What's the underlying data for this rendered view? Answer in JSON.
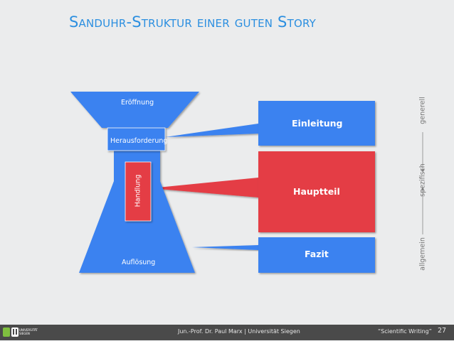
{
  "title": "Sanduhr-Struktur einer guten Story",
  "hourglass": {
    "opening_label": "Eröffnung",
    "challenge_label": "Herausforderung",
    "action_label": "Handlung",
    "resolution_label": "Auflösung"
  },
  "sections": [
    {
      "label": "Einleitung",
      "color": "#3b82f0"
    },
    {
      "label": "Hauptteil",
      "color": "#e43d45"
    },
    {
      "label": "Fazit",
      "color": "#3b82f0"
    }
  ],
  "scale": {
    "top_label": "generell",
    "middle_label": "spezifisch",
    "bottom_label": "allgemein"
  },
  "colors": {
    "blue": "#3b82f0",
    "red": "#e43d45",
    "title": "#2c8fe0",
    "background": "#ebeced"
  },
  "footer": {
    "logo_text": "UNIVERSITÄT\nSIEGEN",
    "author": "Jun.-Prof. Dr. Paul Marx | Universität Siegen",
    "course": "“Scientific Writing”",
    "page": "27"
  }
}
